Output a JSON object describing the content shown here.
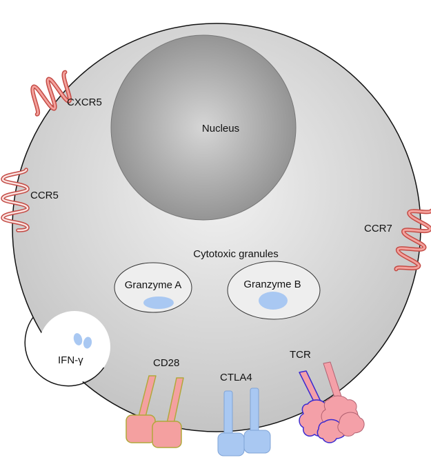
{
  "labels": {
    "nucleus": "Nucleus",
    "cxcr5": "CXCR5",
    "ccr5": "CCR5",
    "ccr7": "CCR7",
    "cytotoxic_granules": "Cytotoxic granules",
    "granzyme_a": "Granzyme A",
    "granzyme_b": "Granzyme B",
    "ifn_gamma": "IFN-γ",
    "cd28": "CD28",
    "ctla4": "CTLA4",
    "tcr": "TCR"
  },
  "colors": {
    "cell_fill": "#c8c8c8",
    "nucleus_fill": "#9e9e9e",
    "granule_fill": "#eeeeee",
    "granzyme_content": "#a9c8f2",
    "chemokine_receptor": "#e8847e",
    "cd28": "#f4a0a0",
    "cd28_outline": "#b8b040",
    "ctla4": "#a9c8f2",
    "tcr": "#f4a0a8",
    "tcr_outline": "#3a2ad0"
  }
}
